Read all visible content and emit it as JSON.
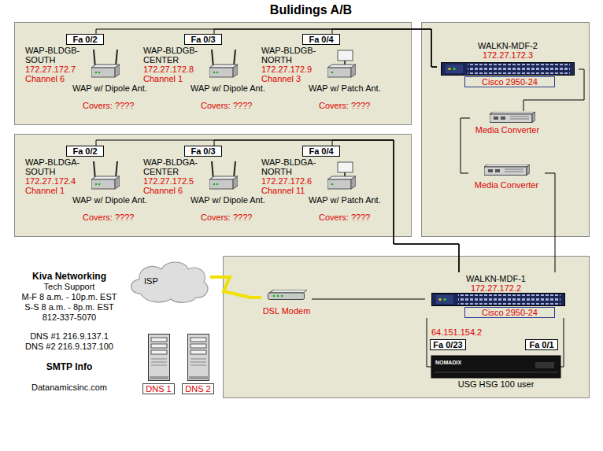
{
  "diagram": {
    "title": "Bulidings A/B",
    "nodes": [
      {
        "text": [
          "WAP-BLDGB- SOUTH",
          "172.27.172.7",
          "Channel 6",
          "WAP w/ Dipole Ant.",
          "Covers: ????"
        ]
      },
      {
        "text": [
          "Fa 0/2"
        ],
        "in": 0
      },
      {
        "text": [
          "WAP-BLDGB- CENTER",
          "172.27.172.8",
          "Channel 1",
          "WAP w/ Dipole Ant.",
          "Covers: ????"
        ]
      },
      {
        "text": [
          "Fa 0/3"
        ],
        "in": 2
      },
      {
        "text": [
          "WAP-BLDGB- NORTH",
          "172.27.172.9",
          "Channel 3",
          "WAP w/ Patch Ant.",
          "Covers: ????"
        ]
      },
      {
        "text": [
          "Fa 0/4"
        ],
        "in": 4
      },
      {
        "text": [
          "WALKN-MDF-2",
          "172.27.172.3"
        ]
      },
      {
        "text": [
          "Cisco 2950-24"
        ],
        "in": 6
      },
      {
        "text": [
          "WAP-BLDGA- SOUTH",
          "172.27.172.4",
          "Channel 1",
          "WAP w/ Dipole Ant.",
          "Covers: ????"
        ]
      },
      {
        "text": [
          "Fa 0/2"
        ],
        "in": 8
      },
      {
        "text": [
          "WAP-BLDGA- CENTER",
          "172.27.172.5",
          "Channel 6",
          "WAP w/ Dipole Ant.",
          "Covers: ????"
        ]
      },
      {
        "text": [
          "Fa 0/3"
        ],
        "in": 10
      },
      {
        "text": [
          "WAP-BLDGA- NORTH",
          "172.27.172.6",
          "Channel 11",
          "WAP w/ Patch Ant.",
          "Covers: ????"
        ]
      },
      {
        "text": [
          "Fa 0/4"
        ],
        "in": 12
      },
      {
        "text": [
          "Media Converter"
        ]
      },
      {
        "text": [
          "Media Converter"
        ]
      },
      {
        "text": [
          "ISP"
        ]
      },
      {
        "text": [
          "DSL Modem"
        ]
      },
      {
        "text": [
          "WALKN-MDF-1",
          "172.27.172.2"
        ]
      },
      {
        "text": [
          "Cisco 2950-24"
        ],
        "in": 18
      },
      {
        "text": [
          "Fa 0/23"
        ]
      },
      {
        "text": [
          "Fa 0/1"
        ]
      },
      {
        "text": [
          "USG HSG 100 user"
        ]
      },
      {
        "text": [
          "DNS 1"
        ]
      },
      {
        "text": [
          "DNS 2"
        ]
      }
    ],
    "edges": [
      {
        "from": 6,
        "to": 1,
        "arrow": "none"
      },
      {
        "from": 6,
        "to": 3,
        "arrow": "none"
      },
      {
        "from": 6,
        "to": 5,
        "arrow": "none"
      },
      {
        "from": 18,
        "to": 9,
        "arrow": "none"
      },
      {
        "from": 18,
        "to": 11,
        "arrow": "none"
      },
      {
        "from": 18,
        "to": 13,
        "arrow": "none"
      },
      {
        "from": 6,
        "to": 14,
        "arrow": "none"
      },
      {
        "from": 14,
        "to": 15,
        "arrow": "none"
      },
      {
        "from": 15,
        "to": 18,
        "arrow": "none"
      },
      {
        "from": 16,
        "to": 17,
        "arrow": "none"
      },
      {
        "from": 17,
        "to": 18,
        "arrow": "none"
      },
      {
        "from": 18,
        "to": 22,
        "arrow": "none"
      },
      {
        "from": 18,
        "to": 22,
        "arrow": "none"
      }
    ],
    "labels": [
      "Kiva Networking",
      "Tech Support",
      "M-F 8 a.m. - 10p.m. EST",
      "S-S 8 a.m. - 8p.m. EST",
      "812-337-5070",
      "DNS #1 216.9.137.1",
      "DNS #2 216.9.137.100",
      "SMTP Info",
      "Datanamicsinc.com",
      "64.151.154.2",
      "NOMADIX"
    ]
  }
}
